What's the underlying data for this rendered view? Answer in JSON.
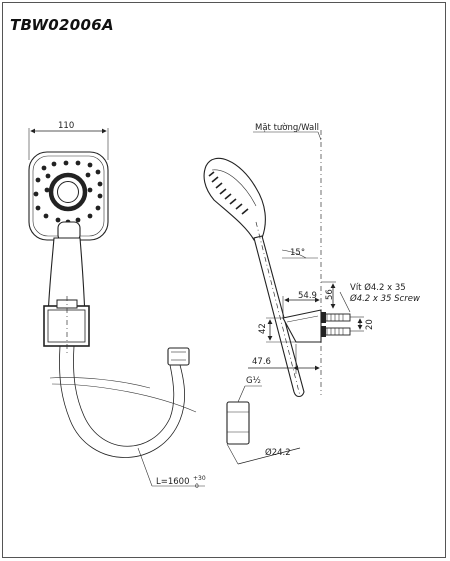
{
  "title": "TBW02006A",
  "labels": {
    "width_110": "110",
    "wall": "Mặt tường/Wall",
    "angle": "15°",
    "screw_vi": "Vít Ø4.2 x 35",
    "screw_en": "Ø4.2 x 35 Screw",
    "dim_54_9": "54.9",
    "dim_56": "56",
    "dim_42": "42",
    "dim_20": "20",
    "dim_47_6": "47.6",
    "thread": "G½",
    "dia_24_2": "Ø24.2",
    "hose_length": "L=1600",
    "tol_plus": "+30",
    "tol_zero": "0"
  },
  "colors": {
    "line": "#222222",
    "frame": "#555555",
    "background": "#ffffff"
  }
}
